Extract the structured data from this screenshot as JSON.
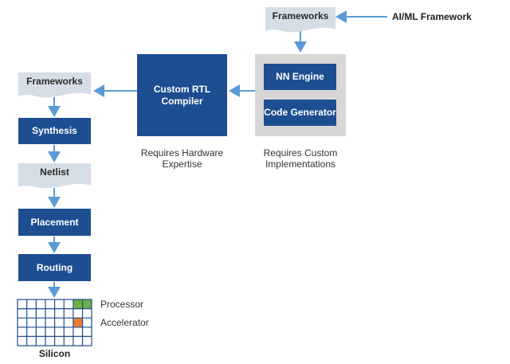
{
  "input_label": "AI/ML Framework",
  "frameworks_top": "Frameworks",
  "nn_engine": "NN Engine",
  "code_generator": "Code Generator",
  "custom_impl_note": "Requires Custom Implementations",
  "compiler": "Custom RTL Compiler",
  "hw_note": "Requires Hardware Expertise",
  "frameworks_left": "Frameworks",
  "synthesis": "Synthesis",
  "netlist": "Netlist",
  "placement": "Placement",
  "routing": "Routing",
  "legend": {
    "processor": "Processor",
    "accelerator": "Accelerator"
  },
  "silicon": "Silicon",
  "colors": {
    "box_blue": "#1d4e91",
    "arrow_blue": "#5b9bd5",
    "doc_fill": "#d5dde6",
    "panel_gray": "#d6d6d6",
    "processor_green": "#70ad47",
    "accelerator_orange": "#ed7d31"
  }
}
